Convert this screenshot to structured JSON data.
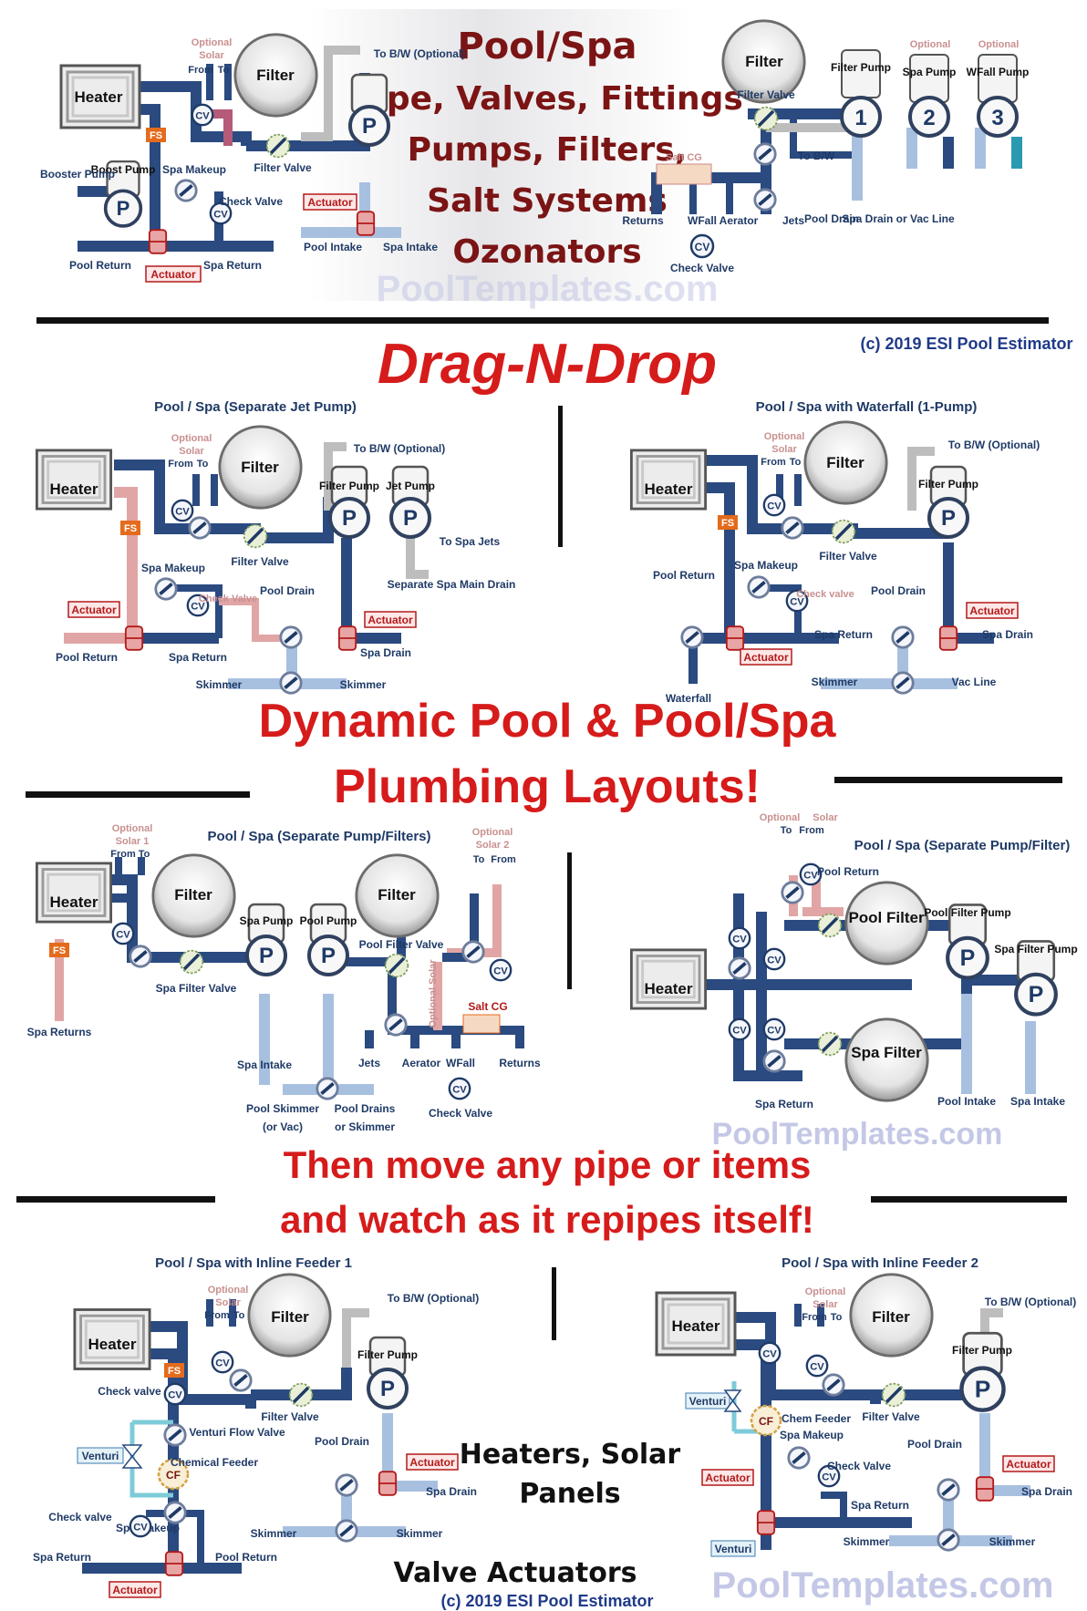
{
  "header": {
    "title_lines": [
      "Pool/Spa",
      "Pipe, Valves, Fittings",
      "Pumps, Filters,",
      "Salt Systems",
      "Ozonators"
    ],
    "watermark": "PoolTemplates.com"
  },
  "top": {
    "heater": "Heater",
    "filter": "Filter",
    "optional": "Optional",
    "solar": "Solar",
    "from": "From",
    "to": "To",
    "to_bw": "To B/W (Optional)",
    "filter_valve": "Filter Valve",
    "filter_pump": "Filter Pump",
    "booster_pump": "Booster Pump",
    "booster_pump_short": "Boost Pump",
    "spa_makeup": "Spa Makeup",
    "check_valve": "Check Valve",
    "pool_return": "Pool Return",
    "spa_return": "Spa Return",
    "actuator": "Actuator",
    "pool_intake": "Pool Intake",
    "spa_intake": "Spa Intake",
    "fs": "FS",
    "cv": "CV",
    "p": "P",
    "salt_cg": "Salt CG",
    "returns": "Returns",
    "wfall": "WFall",
    "aerator": "Aerator",
    "jets": "Jets",
    "pool_drain": "Pool Drain",
    "spa_drain_or_vac": "Spa Drain or Vac Line",
    "to_bw_short": "To B/W",
    "pumps": [
      {
        "num": "1",
        "label": "Filter Pump"
      },
      {
        "num": "2",
        "label": "Spa Pump",
        "optional": "Optional"
      },
      {
        "num": "3",
        "label": "WFall Pump",
        "optional": "Optional"
      }
    ]
  },
  "banner": {
    "drag": "Drag-N-Drop",
    "copyright": "(c) 2019 ESI Pool Estimator",
    "dynamic_1": "Dynamic Pool & Pool/Spa",
    "dynamic_2": "Plumbing Layouts!",
    "move_1": "Then move any pipe or items",
    "move_2": "and watch as it repipes itself!",
    "watermark": "PoolTemplates.com",
    "heaters_1": "Heaters, Solar",
    "heaters_2": "Panels",
    "valve_act": "Valve Actuators",
    "copyright_bottom": "(c) 2019 ESI Pool Estimator",
    "watermark_bottom": "PoolTemplates.com"
  },
  "d1": {
    "title": "Pool / Spa (Separate Jet Pump)",
    "jet_pump": "Jet Pump",
    "to_spa_jets": "To Spa Jets",
    "sep_spa_main_drain": "Separate Spa Main Drain",
    "pool_drain": "Pool Drain",
    "spa_drain": "Spa Drain",
    "skimmer": "Skimmer"
  },
  "d2": {
    "title": "Pool / Spa with Waterfall (1-Pump)",
    "waterfall": "Waterfall",
    "vac_line": "Vac Line",
    "check_valve_lc": "Check valve"
  },
  "d3": {
    "title": "Pool / Spa (Separate Pump/Filters)",
    "optional_solar1": "Solar 1",
    "optional_solar2": "Solar 2",
    "spa_returns": "Spa Returns",
    "spa_pump": "Spa Pump",
    "pool_pump": "Pool Pump",
    "spa_filter_valve": "Spa Filter Valve",
    "pool_filter_valve": "Pool Filter Valve",
    "optional_solar_vert": "Optional Solar",
    "spa_intake": "Spa Intake",
    "pool_skimmer": "Pool Skimmer",
    "or_vac": "(or Vac)",
    "pool_drains": "Pool Drains",
    "or_skimmer": "or Skimmer"
  },
  "d4": {
    "title": "Pool / Spa (Separate Pump/Filter)",
    "pool_return": "Pool Return",
    "pool_filter": "Pool Filter",
    "spa_filter": "Spa Filter",
    "pool_filter_pump": "Pool Filter Pump",
    "spa_filter_pump": "Spa Filter Pump",
    "spa_return": "Spa Return",
    "pool_intake": "Pool Intake",
    "spa_intake": "Spa Intake"
  },
  "d5": {
    "title": "Pool / Spa with Inline Feeder 1",
    "check_valve_lc": "Check valve",
    "venturi": "Venturi",
    "venturi_flow_valve": "Venturi Flow Valve",
    "cf": "CF",
    "chemical_feeder": "Chemical Feeder",
    "spa_return": "Spa Return",
    "pool_return": "Pool Return"
  },
  "d6": {
    "title": "Pool / Spa with Inline Feeder 2",
    "chem_feeder": "Chem Feeder"
  }
}
